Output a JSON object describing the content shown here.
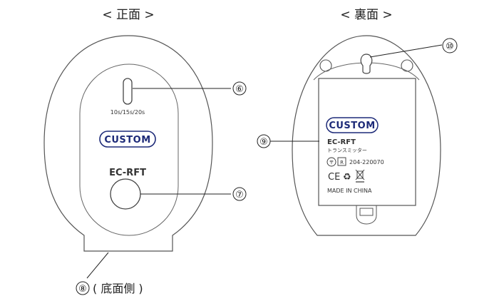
{
  "headers": {
    "front": "< 正面 >",
    "back": "< 裏面 >"
  },
  "front": {
    "timer_label": "10s/15s/20s",
    "logo_text": "CUSTOM",
    "model": "EC-RFT"
  },
  "back": {
    "logo_text": "CUSTOM",
    "model": "EC-RFT",
    "subtitle": "トランスミッター",
    "cert_number": "204-220070",
    "origin": "MADE IN CHINA"
  },
  "callouts": {
    "c6": "⑥",
    "c7": "⑦",
    "c8": "⑧",
    "c8_label": "( 底面側 )",
    "c9": "⑨",
    "c10": "⑩"
  }
}
